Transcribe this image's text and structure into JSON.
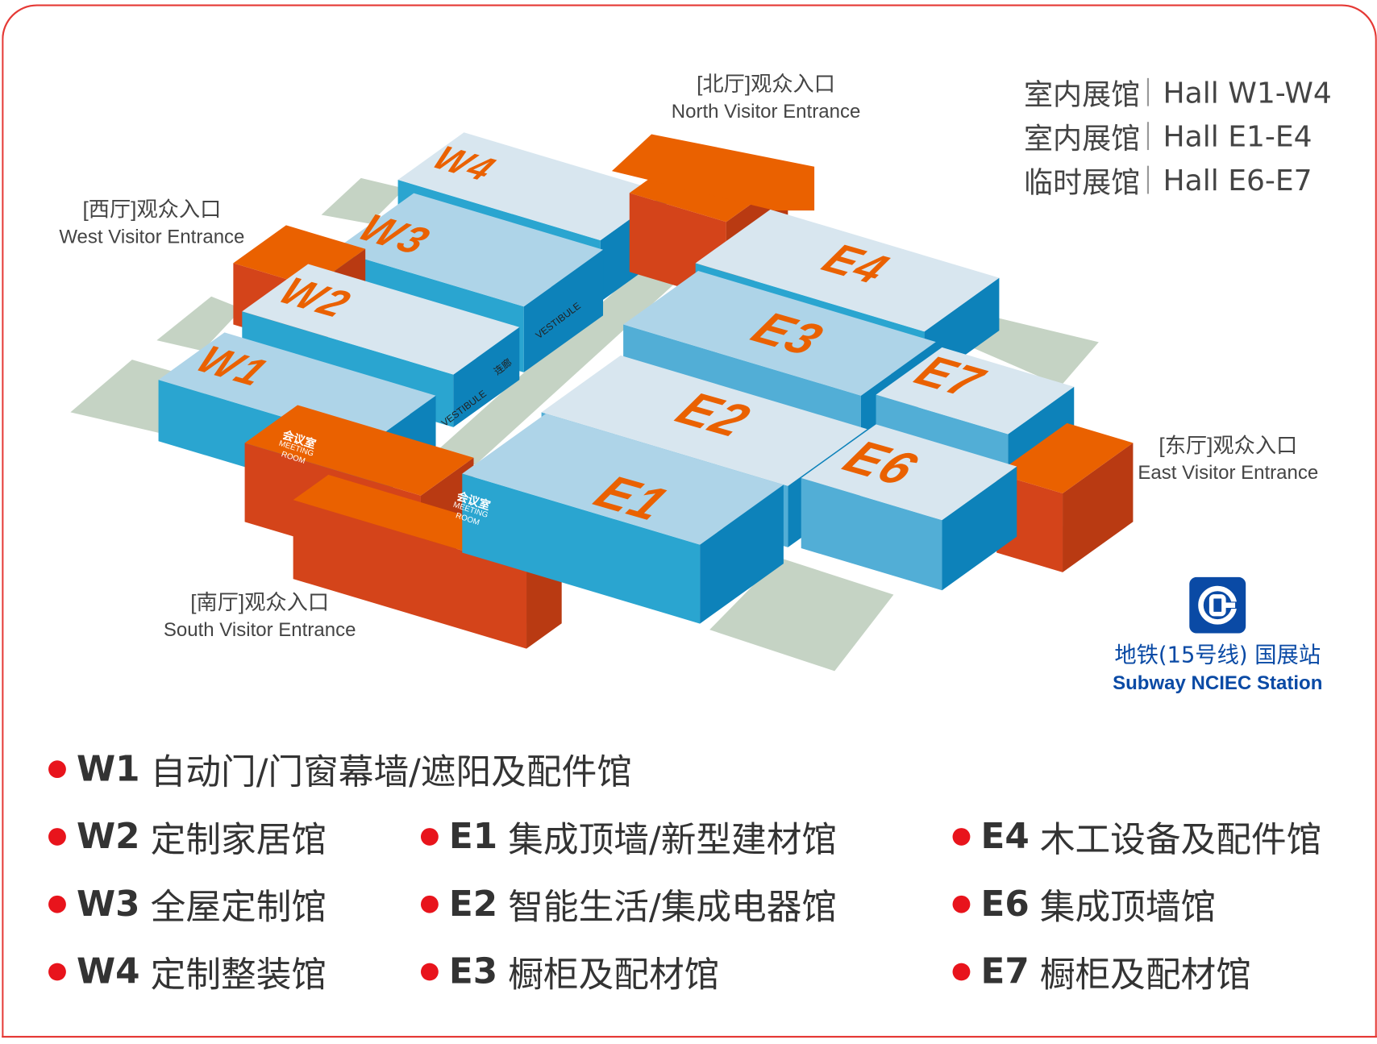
{
  "colors": {
    "border": "#e53935",
    "orange": "#ea6100",
    "blue_top": "#aed4e8",
    "blue_front": "#2aa5d0",
    "blue_side": "#0d82ba",
    "green": "#c5d3c4",
    "subway": "#0a4aa5",
    "dot": "#e8141c"
  },
  "hall_types": [
    {
      "zh": "室内展馆",
      "en": "Hall W1-W4"
    },
    {
      "zh": "室内展馆",
      "en": "Hall E1-E4"
    },
    {
      "zh": "临时展馆",
      "en": "Hall E6-E7"
    }
  ],
  "entrances": {
    "north": {
      "zh": "[北厅]观众入口",
      "en": "North Visitor Entrance"
    },
    "west": {
      "zh": "[西厅]观众入口",
      "en": "West Visitor Entrance"
    },
    "east": {
      "zh": "[东厅]观众入口",
      "en": "East Visitor Entrance"
    },
    "south": {
      "zh": "[南厅]观众入口",
      "en": "South Visitor Entrance"
    }
  },
  "halls": [
    "W1",
    "W2",
    "W3",
    "W4",
    "E1",
    "E2",
    "E3",
    "E4",
    "E6",
    "E7"
  ],
  "meeting_room": {
    "zh": "会议室",
    "en1": "MEETING",
    "en2": "ROOM"
  },
  "vestibule": {
    "en": "VESTIBULE",
    "zh": "连廊"
  },
  "subway": {
    "icon": "beijing-subway-logo",
    "zh": "地铁(15号线) 国展站",
    "en": "Subway NCIEC Station"
  },
  "legend": [
    {
      "code": "W1",
      "name": "自动门/门窗幕墙/遮阳及配件馆"
    },
    {
      "code": "W2",
      "name": "定制家居馆"
    },
    {
      "code": "W3",
      "name": "全屋定制馆"
    },
    {
      "code": "W4",
      "name": "定制整装馆"
    },
    {
      "code": "E1",
      "name": "集成顶墙/新型建材馆"
    },
    {
      "code": "E2",
      "name": "智能生活/集成电器馆"
    },
    {
      "code": "E3",
      "name": "橱柜及配材馆"
    },
    {
      "code": "E4",
      "name": "木工设备及配件馆"
    },
    {
      "code": "E6",
      "name": "集成顶墙馆"
    },
    {
      "code": "E7",
      "name": "橱柜及配材馆"
    }
  ]
}
